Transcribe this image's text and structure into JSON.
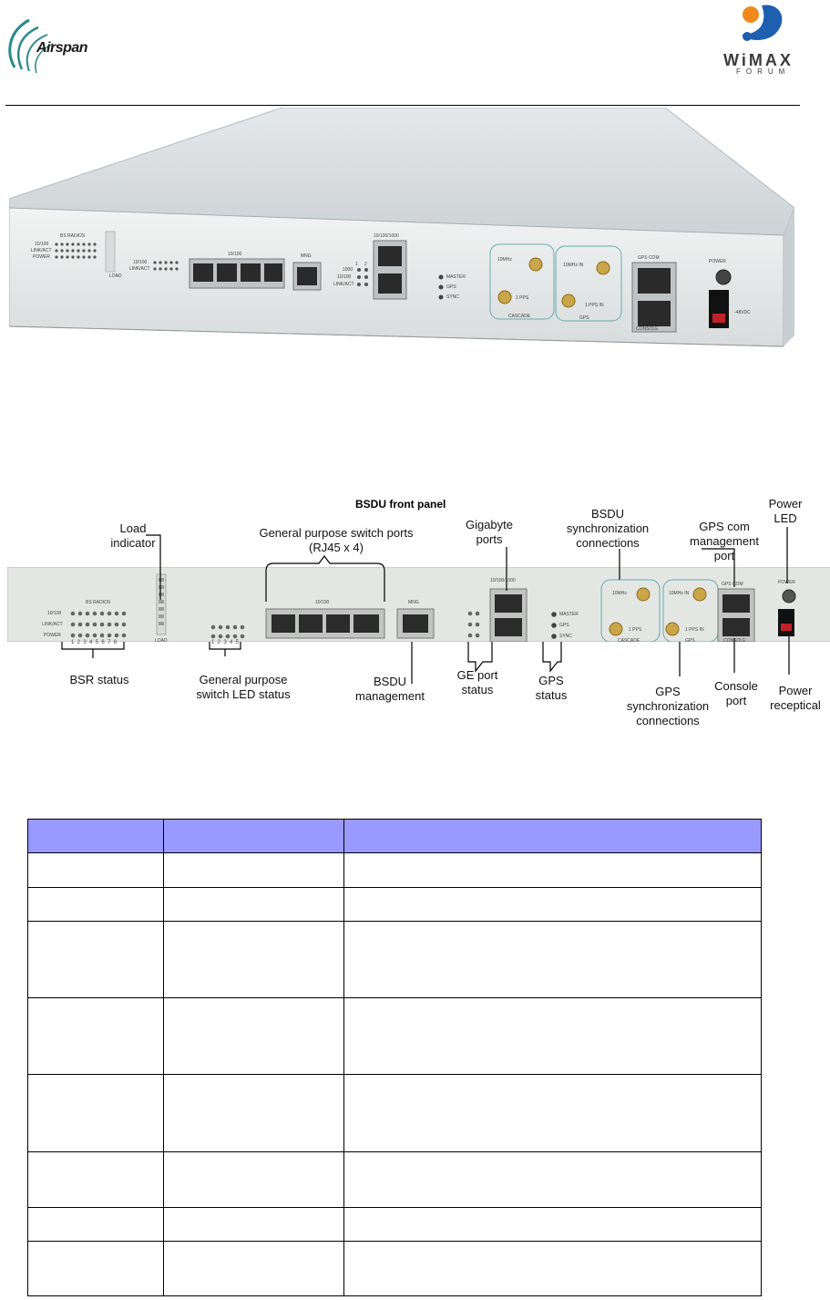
{
  "header": {
    "logo_left": "Airspan",
    "logo_right_main": "WiMAX",
    "logo_right_sub": "FORUM"
  },
  "photo": {
    "labels": {
      "bs_radios": "BS RADIOS",
      "row_10_100": "10/100",
      "row_linkact": "LINK/ACT",
      "row_power": "POWER",
      "load": "LOAD",
      "sw_10_100": "10/100",
      "sw_linkact": "LINK/ACT",
      "sw_group": "10/100",
      "mng": "MNG",
      "ge_top": "10/100/1000",
      "ge_1": "1",
      "ge_2": "2",
      "ge_1000": "1000",
      "ge_10100": "10/100",
      "ge_linkact": "LINK/ACT",
      "master": "MASTER",
      "gps": "GPS",
      "sync": "SYNC",
      "tenmhz": "10MHz",
      "onepps": "1 PPS",
      "cascade": "CASCADE",
      "tenmhz_in": "10MHz IN",
      "onepps_in": "1 PPS IN",
      "gps_group": "GPS",
      "gps_com": "GPS COM",
      "console": "CONSOLE",
      "power": "POWER",
      "vdc": "-48VDC"
    }
  },
  "diagram": {
    "title": "BSDU front panel",
    "callouts": {
      "load_indicator": "Load indicator",
      "gp_switch_ports": "General purpose switch ports (RJ45 x 4)",
      "gigabyte_ports": "Gigabyte ports",
      "bsdu_sync": "BSDU synchronization connections",
      "gps_com_mgmt": "GPS com management port",
      "power_led": "Power LED",
      "bsr_status": "BSR status",
      "gp_switch_led": "General purpose switch LED status",
      "bsdu_mgmt": "BSDU management",
      "ge_port_status": "GE port status",
      "gps_status": "GPS status",
      "gps_sync": "GPS synchronization connections",
      "console_port": "Console port",
      "power_receptical": "Power receptical"
    },
    "panel_labels": {
      "bs_radios": "BS RADIOS",
      "row_10_100": "10/100",
      "row_linkact": "LINK/ACT",
      "row_power": "POWER",
      "numbers": "1  2  3  4  5  6  7  8",
      "load": "LOAD",
      "sw_numbers": "1  2  3  4  5",
      "sw_group": "10/100",
      "mng": "MNG",
      "ge_top": "10/100/1000",
      "master": "MASTER",
      "gps": "GPS",
      "sync": "SYNC",
      "tenmhz": "10MHz",
      "onepps": "1 PPS",
      "cascade": "CASCADE",
      "tenmhz_in": "10MHz IN",
      "onepps_in": "1 PPS IN",
      "gps_group": "GPS",
      "gps_com": "GPS COM",
      "console": "CONSOLE",
      "power": "POWER"
    }
  },
  "table": {
    "rows": [
      [
        "",
        "",
        ""
      ],
      [
        "",
        "",
        ""
      ],
      [
        "",
        "",
        ""
      ],
      [
        "",
        "",
        ""
      ],
      [
        "",
        "",
        ""
      ],
      [
        "",
        "",
        ""
      ],
      [
        "",
        "",
        ""
      ],
      [
        "",
        "",
        ""
      ],
      [
        "",
        "",
        ""
      ]
    ]
  },
  "colors": {
    "table_header": "#9999ff",
    "airspan_teal": "#2a8a8a",
    "wimax_orange": "#f08a1c",
    "wimax_blue": "#1f5fb0"
  }
}
